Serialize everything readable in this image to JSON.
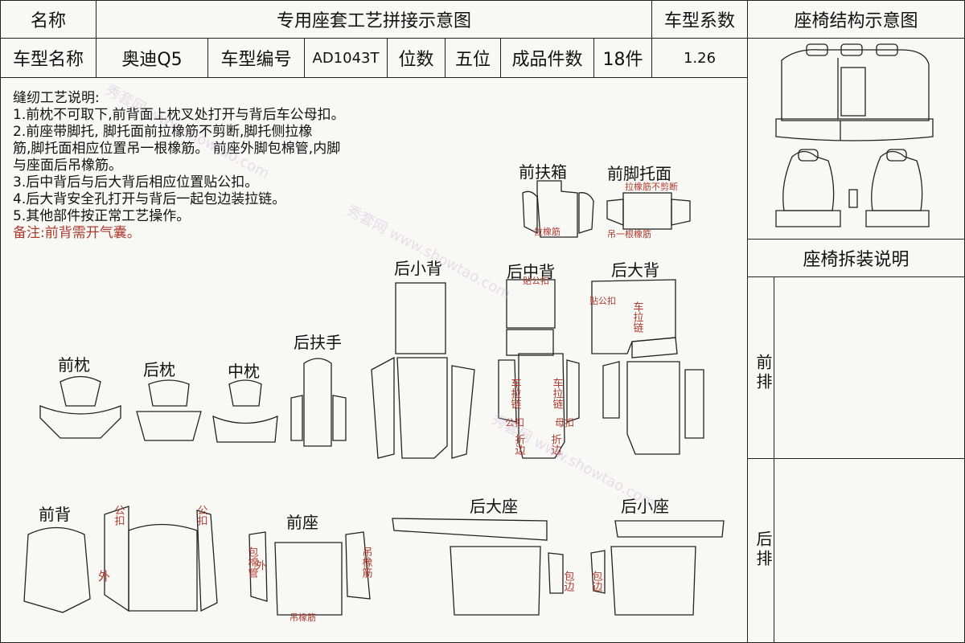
{
  "header": {
    "name_label": "名称",
    "title": "专用座套工艺拼接示意图",
    "coeff_label": "车型系数",
    "structure_title": "座椅结构示意图"
  },
  "row2": {
    "model_name_label": "车型名称",
    "model_name": "奥迪Q5",
    "model_code_label": "车型编号",
    "model_code": "AD1043T",
    "seats_label": "位数",
    "seats": "五位",
    "piece_count_label": "成品件数",
    "piece_count": "18件",
    "coeff_value": "1.26"
  },
  "notes": {
    "heading": "缝纫工艺说明:",
    "items": [
      "1.前枕不可取下,前背面上枕叉处打开与背后车公母扣。",
      "2.前座带脚托, 脚托面前拉橡筋不剪断,脚托侧拉橡",
      "筋,脚托面相应位置吊一根橡筋。 前座外脚包棉管,内脚",
      "与座面后吊橡筋。",
      "3.后中背后与后大背后相应位置贴公扣。",
      "4.后大背安全孔打开与背后一起包边装拉链。",
      "5.其他部件按正常工艺操作。"
    ],
    "remark": "备注:前背需开气囊。"
  },
  "side": {
    "disassembly_title": "座椅拆装说明",
    "front_row": "前排",
    "rear_row": "后排"
  },
  "pieces": {
    "front_armbox": "前扶箱",
    "front_footrest": "前脚托面",
    "rear_small_back": "后小背",
    "rear_middle_back": "后中背",
    "rear_big_back": "后大背",
    "rear_armrest": "后扶手",
    "front_headrest": "前枕",
    "rear_headrest": "后枕",
    "middle_headrest": "中枕",
    "front_back": "前背",
    "front_seat": "前座",
    "rear_big_seat": "后大座",
    "rear_small_seat": "后小座"
  },
  "annotations": {
    "pull_elastic": "拉橡筋",
    "pull_elastic_nocut": "拉橡筋不剪断",
    "hang_elastic": "吊一根橡筋",
    "hang_elastic_short": "吊橡筋",
    "stick_male": "贴公扣",
    "zipper": "车拉链",
    "fold_edge": "折边",
    "male_snap": "公扣",
    "female_snap": "母扣",
    "outer": "外",
    "cotton_tube": "包棉管",
    "wrap_edge": "包边"
  },
  "watermark": {
    "brand": "秀套网",
    "url": "www.showtao.com"
  },
  "colors": {
    "line": "#222222",
    "annotation": "#b03a2e"
  }
}
